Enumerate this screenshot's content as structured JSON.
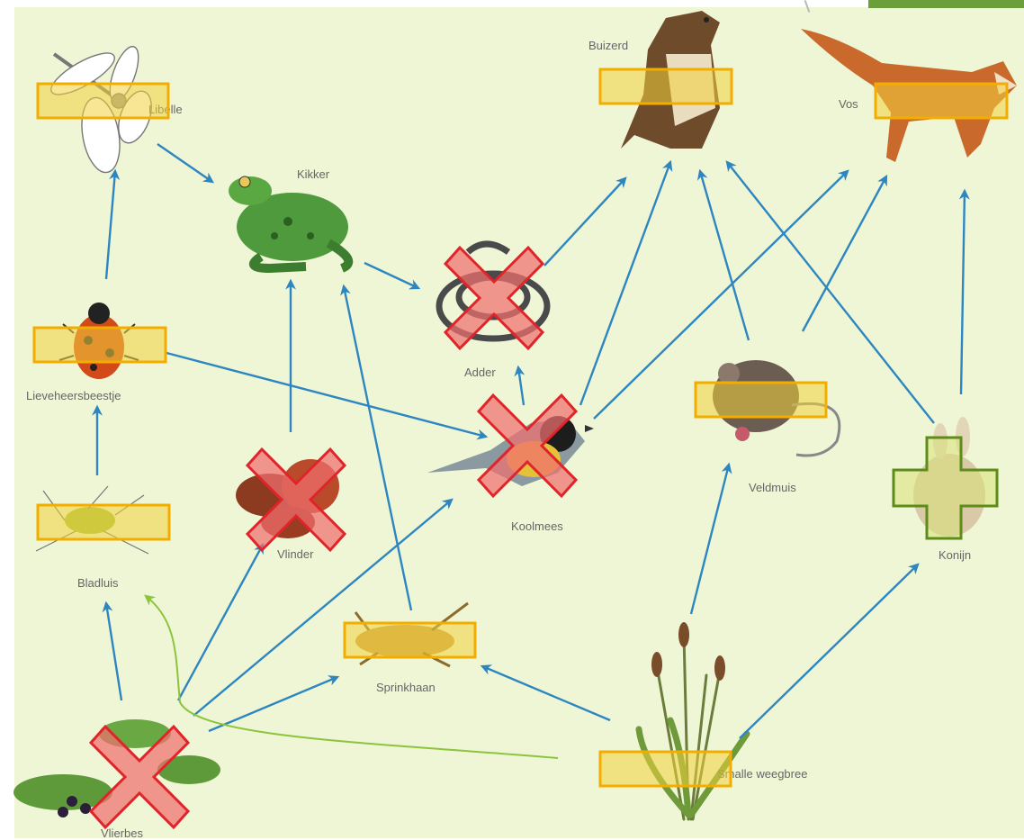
{
  "labels": {
    "libelle": "Libelle",
    "kikker": "Kikker",
    "buizerd": "Buizerd",
    "vos": "Vos",
    "lieveheersbeestje": "Lieveheersbeestje",
    "adder": "Adder",
    "veldmuis": "Veldmuis",
    "koolmees": "Koolmees",
    "vlinder": "Vlinder",
    "konijn": "Konijn",
    "bladluis": "Bladluis",
    "sprinkhaan": "Sprinkhaan",
    "vlierbes": "Vlierbes",
    "smalle_weegbree": "Smalle weegbree"
  },
  "colors": {
    "arrow": "#2e86c1",
    "added_arrow": "#8cc43c",
    "highlight_fill": "#f2d13c",
    "highlight_border": "#f3ad00",
    "cross_fill": "#f06f6f",
    "cross_border": "#e0242a",
    "plus_border": "#5d8c1a"
  },
  "markers": {
    "crossed_out": [
      "vlinder",
      "adder",
      "koolmees",
      "vlierbes"
    ],
    "highlighted": [
      "libelle",
      "buizerd",
      "vos",
      "lieveheersbeestje",
      "bladluis",
      "veldmuis",
      "sprinkhaan",
      "smalle_weegbree"
    ],
    "plus": [
      "konijn"
    ]
  }
}
